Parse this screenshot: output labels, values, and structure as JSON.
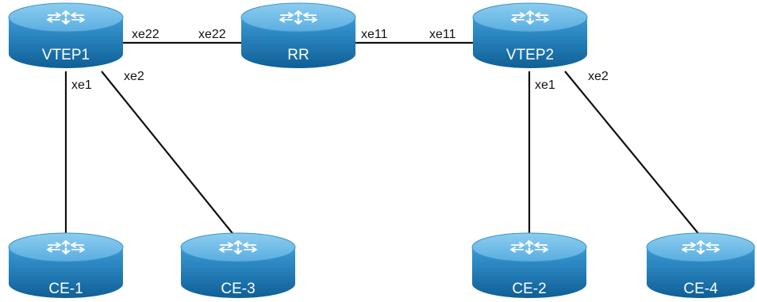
{
  "colors": {
    "router_top": "#6bbbe6",
    "router_top_edge": "#3f93c8",
    "router_body_light": "#3a9ad6",
    "router_body_dark": "#0f5f96",
    "arrow": "#ffffff",
    "link": "#111111",
    "label_text": "#111111",
    "router_text": "#ffffff",
    "background": "#ffffff"
  },
  "icon": "router-icon",
  "routers": {
    "vtep1": "VTEP1",
    "rr": "RR",
    "vtep2": "VTEP2",
    "ce1": "CE-1",
    "ce3": "CE-3",
    "ce2": "CE-2",
    "ce4": "CE-4"
  },
  "ports": {
    "vtep1_to_rr": "xe22",
    "rr_to_vtep1": "xe22",
    "rr_to_vtep2": "xe11",
    "vtep2_to_rr": "xe11",
    "vtep1_to_ce1": "xe1",
    "vtep1_to_ce3": "xe2",
    "vtep2_to_ce2": "xe1",
    "vtep2_to_ce4": "xe2"
  },
  "links": [
    {
      "from": "VTEP1",
      "to": "RR"
    },
    {
      "from": "RR",
      "to": "VTEP2"
    },
    {
      "from": "VTEP1",
      "to": "CE-1"
    },
    {
      "from": "VTEP1",
      "to": "CE-3"
    },
    {
      "from": "VTEP2",
      "to": "CE-2"
    },
    {
      "from": "VTEP2",
      "to": "CE-4"
    }
  ]
}
